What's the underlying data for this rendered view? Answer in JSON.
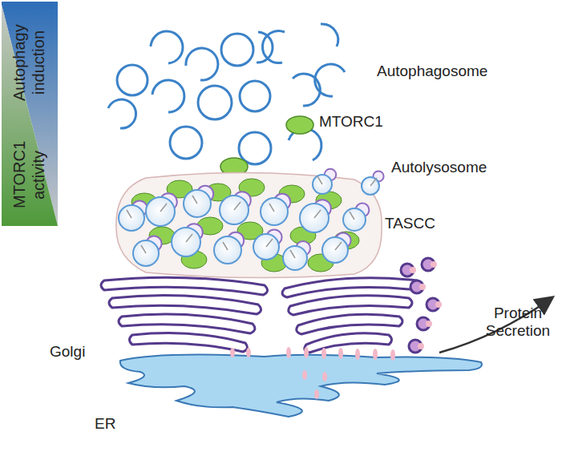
{
  "diagram": {
    "nodes": [
      {
        "text": [
          "Autophagy induction"
        ]
      },
      {
        "text": [
          "MTORC1 activity"
        ]
      },
      {
        "text": [
          "TASCC"
        ]
      }
    ],
    "labels": [
      "Autophagosome",
      "MTORC1",
      "Autolysosome",
      "Golgi",
      "ER",
      "Protein Secretion"
    ]
  }
}
